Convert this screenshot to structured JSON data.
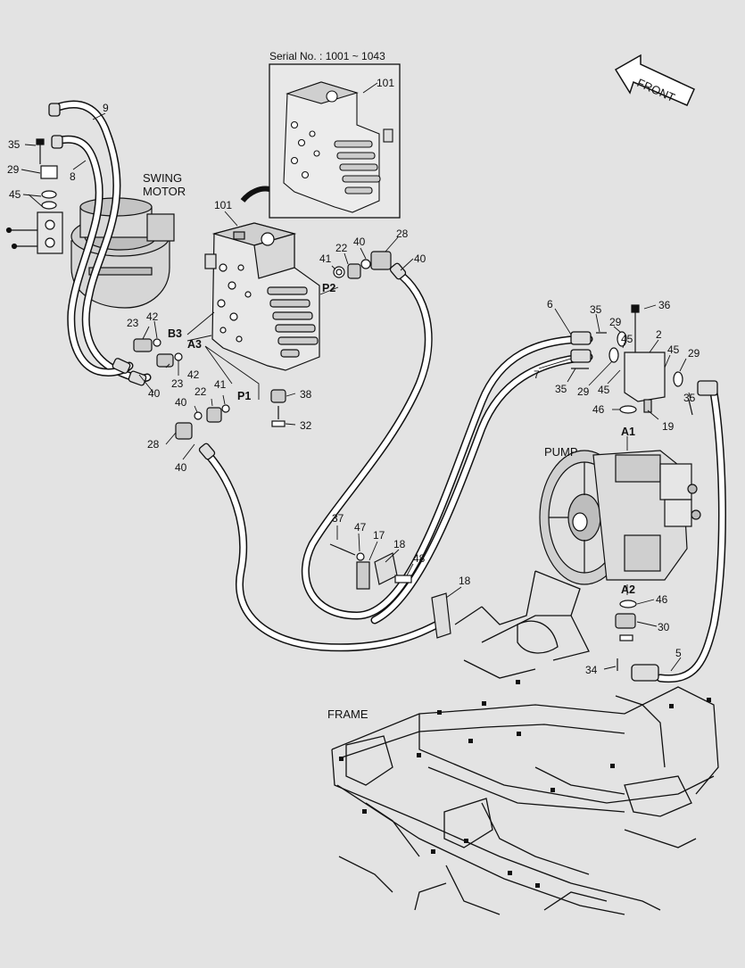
{
  "serial_box": {
    "title": "Serial No. : 1001 ~ 1043",
    "ref": "101"
  },
  "front_arrow": {
    "label": "FRONT"
  },
  "components": {
    "swing_motor": "SWING\nMOTOR",
    "pump": "PUMP",
    "frame": "FRAME"
  },
  "ports": [
    "B3",
    "A3",
    "P1",
    "P2",
    "A1",
    "A2"
  ],
  "callouts": [
    {
      "id": "c9",
      "text": "9"
    },
    {
      "id": "c35a",
      "text": "35"
    },
    {
      "id": "c29a",
      "text": "29"
    },
    {
      "id": "c8",
      "text": "8"
    },
    {
      "id": "c45a",
      "text": "45"
    },
    {
      "id": "c101",
      "text": "101"
    },
    {
      "id": "c22a",
      "text": "22"
    },
    {
      "id": "c40a",
      "text": "40"
    },
    {
      "id": "c28a",
      "text": "28"
    },
    {
      "id": "c41a",
      "text": "41"
    },
    {
      "id": "c40b",
      "text": "40"
    },
    {
      "id": "c23a",
      "text": "23"
    },
    {
      "id": "c42a",
      "text": "42"
    },
    {
      "id": "c42b",
      "text": "42"
    },
    {
      "id": "c40c",
      "text": "40"
    },
    {
      "id": "c23b",
      "text": "23"
    },
    {
      "id": "c40d",
      "text": "40"
    },
    {
      "id": "c22b",
      "text": "22"
    },
    {
      "id": "c41b",
      "text": "41"
    },
    {
      "id": "c38",
      "text": "38"
    },
    {
      "id": "c32",
      "text": "32"
    },
    {
      "id": "c28b",
      "text": "28"
    },
    {
      "id": "c40e",
      "text": "40"
    },
    {
      "id": "c6",
      "text": "6"
    },
    {
      "id": "c35b",
      "text": "35"
    },
    {
      "id": "c29b",
      "text": "29"
    },
    {
      "id": "c36",
      "text": "36"
    },
    {
      "id": "c2",
      "text": "2"
    },
    {
      "id": "c45b",
      "text": "45"
    },
    {
      "id": "c45c",
      "text": "45"
    },
    {
      "id": "c29c",
      "text": "29"
    },
    {
      "id": "c7",
      "text": "7"
    },
    {
      "id": "c35c",
      "text": "35"
    },
    {
      "id": "c29d",
      "text": "29"
    },
    {
      "id": "c45d",
      "text": "45"
    },
    {
      "id": "c35d",
      "text": "35"
    },
    {
      "id": "c46a",
      "text": "46"
    },
    {
      "id": "c19",
      "text": "19"
    },
    {
      "id": "c37",
      "text": "37"
    },
    {
      "id": "c47",
      "text": "47"
    },
    {
      "id": "c17",
      "text": "17"
    },
    {
      "id": "c18a",
      "text": "18"
    },
    {
      "id": "c48",
      "text": "48"
    },
    {
      "id": "c18b",
      "text": "18"
    },
    {
      "id": "c46b",
      "text": "46"
    },
    {
      "id": "c30",
      "text": "30"
    },
    {
      "id": "c34",
      "text": "34"
    },
    {
      "id": "c5",
      "text": "5"
    }
  ]
}
